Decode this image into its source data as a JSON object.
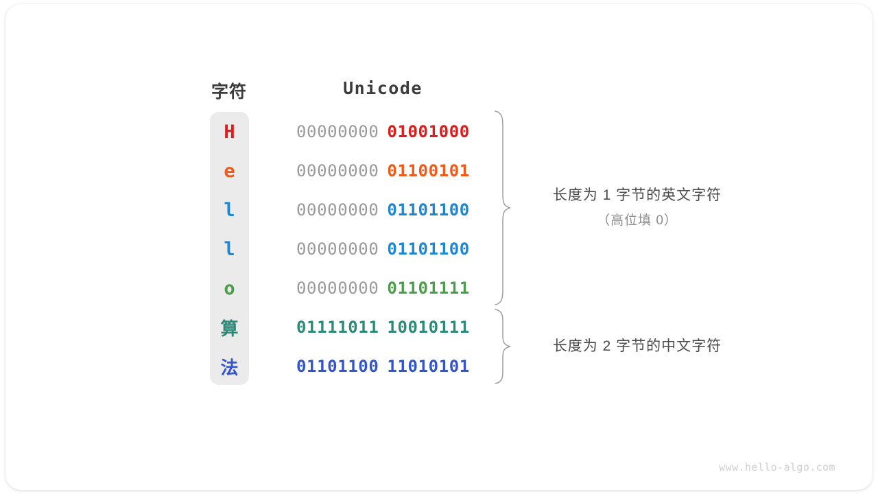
{
  "card": {
    "background": "#ffffff"
  },
  "headers": {
    "char": "字符",
    "unicode": "Unicode"
  },
  "colors": {
    "strip_background": "#ebebeb",
    "header_text": "#3c3c3c",
    "high_byte": "#9a9a9a",
    "brace": "#9d9d9d",
    "annotation_primary": "#4a4a4a",
    "annotation_secondary": "#8d8d8d",
    "watermark": "#cfcfcf"
  },
  "rows": [
    {
      "char": "H",
      "color": "#e01b1b",
      "high_byte": "00000000",
      "low_byte": "01001000",
      "high_byte_active": false,
      "is_cjk": false
    },
    {
      "char": "e",
      "color": "#f05a18",
      "high_byte": "00000000",
      "low_byte": "01100101",
      "high_byte_active": false,
      "is_cjk": false
    },
    {
      "char": "l",
      "color": "#1f86d0",
      "high_byte": "00000000",
      "low_byte": "01101100",
      "high_byte_active": false,
      "is_cjk": false
    },
    {
      "char": "l",
      "color": "#1f86d0",
      "high_byte": "00000000",
      "low_byte": "01101100",
      "high_byte_active": false,
      "is_cjk": false
    },
    {
      "char": "o",
      "color": "#4a9e4a",
      "high_byte": "00000000",
      "low_byte": "01101111",
      "high_byte_active": false,
      "is_cjk": false
    },
    {
      "char": "算",
      "color": "#2d8a79",
      "high_byte": "01111011",
      "low_byte": "10010111",
      "high_byte_active": true,
      "is_cjk": true
    },
    {
      "char": "法",
      "color": "#3355cc",
      "high_byte": "01101100",
      "low_byte": "11010101",
      "high_byte_active": true,
      "is_cjk": true
    }
  ],
  "annotations": [
    {
      "line1": "长度为 1 字节的英文字符",
      "line2": "（高位填 0）"
    },
    {
      "line1": "长度为 2 字节的中文字符",
      "line2": ""
    }
  ],
  "watermark": "www.hello-algo.com"
}
